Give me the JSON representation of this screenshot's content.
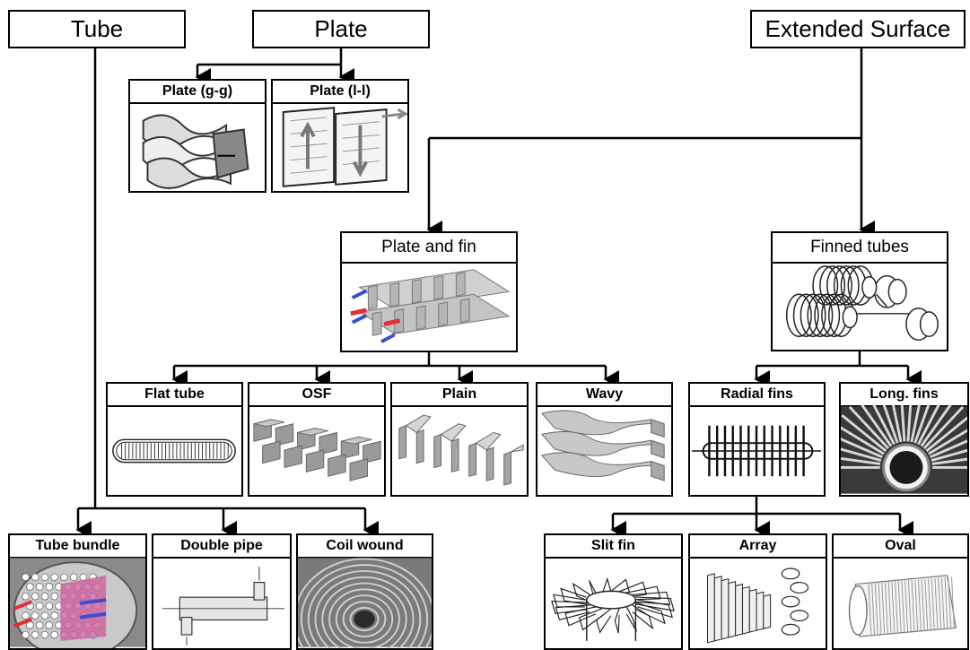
{
  "headers": {
    "tube": "Tube",
    "plate": "Plate",
    "extended_surface": "Extended Surface"
  },
  "plate_types": {
    "gg": "Plate (g-g)",
    "ll": "Plate (l-l)"
  },
  "extended_types": {
    "plate_and_fin": "Plate and fin",
    "finned_tubes": "Finned tubes"
  },
  "plate_fin_types": {
    "flat_tube": "Flat tube",
    "osf": "OSF",
    "plain": "Plain",
    "wavy": "Wavy"
  },
  "finned_tube_types": {
    "radial_fins": "Radial fins",
    "long_fins": "Long. fins"
  },
  "tube_types": {
    "tube_bundle": "Tube bundle",
    "double_pipe": "Double pipe",
    "coil_wound": "Coil wound"
  },
  "radial_fin_types": {
    "slit_fin": "Slit fin",
    "array": "Array",
    "oval": "Oval"
  },
  "colors": {
    "line": "#000000",
    "fin_gray": "#9a9a9a",
    "hot_flow": "#e03030",
    "cold_flow": "#3a4fd0",
    "bundle_pink": "#d060a0"
  }
}
